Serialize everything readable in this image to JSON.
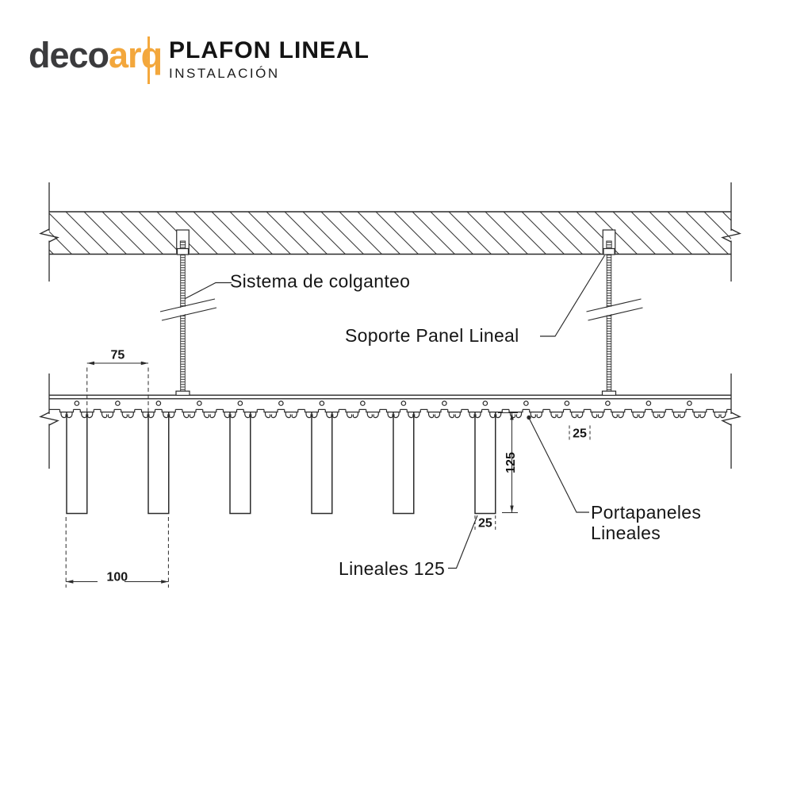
{
  "header": {
    "logo_deco": "deco",
    "logo_arq": "arq",
    "title": "PLAFON LINEAL",
    "subtitle": "INSTALACIÓN"
  },
  "drawing": {
    "labels": {
      "hanging_system": "Sistema de colganteo",
      "panel_support": "Soporte Panel Lineal",
      "panel_carrier_line1": "Portapaneles",
      "panel_carrier_line2": "Lineales",
      "linear_panels": "Lineales 125"
    },
    "dimensions": {
      "panel_gap": "75",
      "panel_pitch": "100",
      "panel_depth": "125",
      "hook_pitch": "25",
      "panel_width": "25"
    }
  },
  "colors": {
    "accent_orange": "#F3A73C",
    "line_ink": "#2B2B2B",
    "text_ink": "#161616"
  }
}
